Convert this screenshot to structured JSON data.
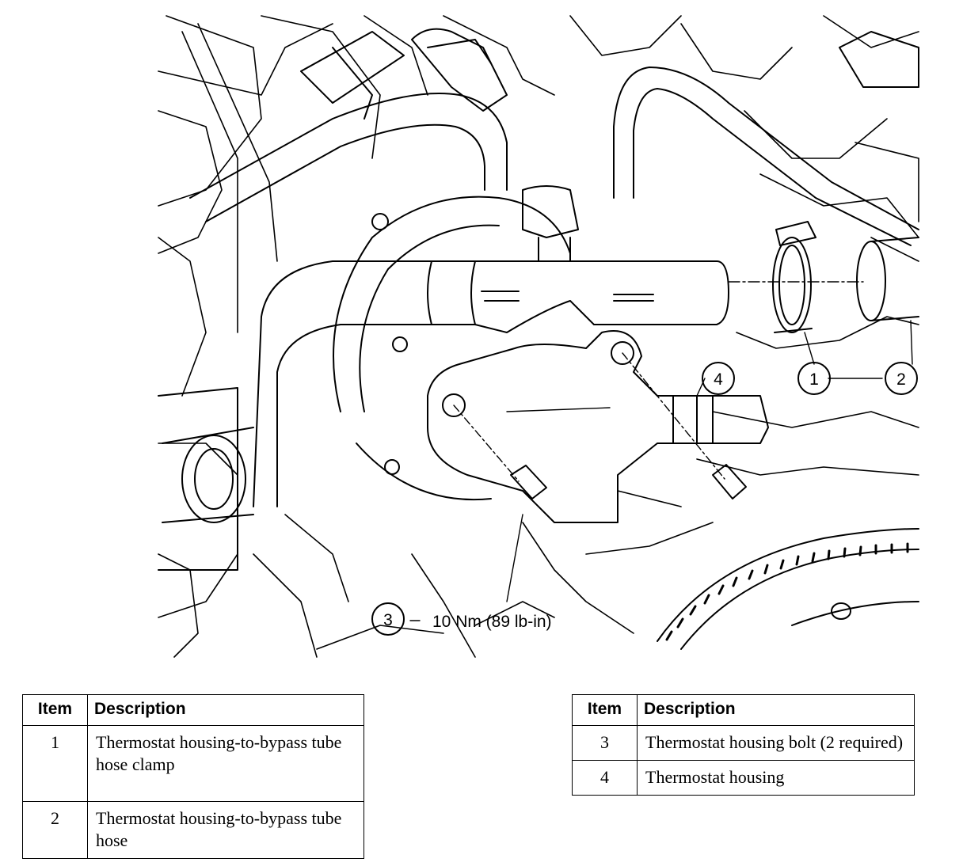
{
  "diagram": {
    "callouts": [
      {
        "id": "1",
        "label": "1"
      },
      {
        "id": "2",
        "label": "2"
      },
      {
        "id": "3",
        "label": "3"
      },
      {
        "id": "4",
        "label": "4"
      }
    ],
    "torque_spec": "10 Nm (89 lb-in)"
  },
  "table_left": {
    "headers": {
      "item": "Item",
      "description": "Description"
    },
    "rows": [
      {
        "item": "1",
        "description": "Thermostat housing-to-bypass tube hose clamp"
      },
      {
        "item": "2",
        "description": "Thermostat housing-to-bypass tube hose"
      }
    ]
  },
  "table_right": {
    "headers": {
      "item": "Item",
      "description": "Description"
    },
    "rows": [
      {
        "item": "3",
        "description": "Thermostat housing bolt (2 required)"
      },
      {
        "item": "4",
        "description": "Thermostat housing"
      }
    ]
  }
}
